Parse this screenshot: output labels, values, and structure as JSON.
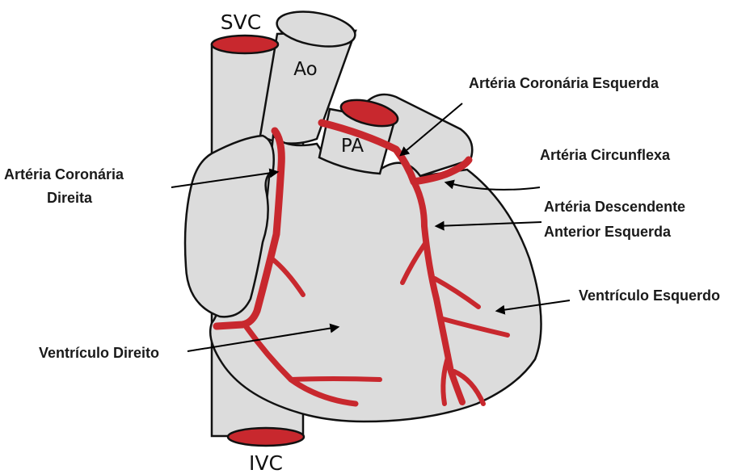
{
  "colors": {
    "organ_fill": "#dcdcdc",
    "outline": "#111111",
    "artery": "#c8282e",
    "arrow": "#000000",
    "background": "#ffffff"
  },
  "labels": {
    "svc": "SVC",
    "ivc": "IVC",
    "ao": "Ao",
    "pa": "PA",
    "left_coronary": "Artéria Coronária Esquerda",
    "circumflex": "Artéria Circunflexa",
    "right_coronary_line1": "Artéria Coronária",
    "right_coronary_line2": "Direita",
    "lad_line1": "Artéria Descendente",
    "lad_line2": "Anterior Esquerda",
    "left_ventricle": "Ventrículo Esquerdo",
    "right_ventricle": "Ventrículo Direito"
  }
}
